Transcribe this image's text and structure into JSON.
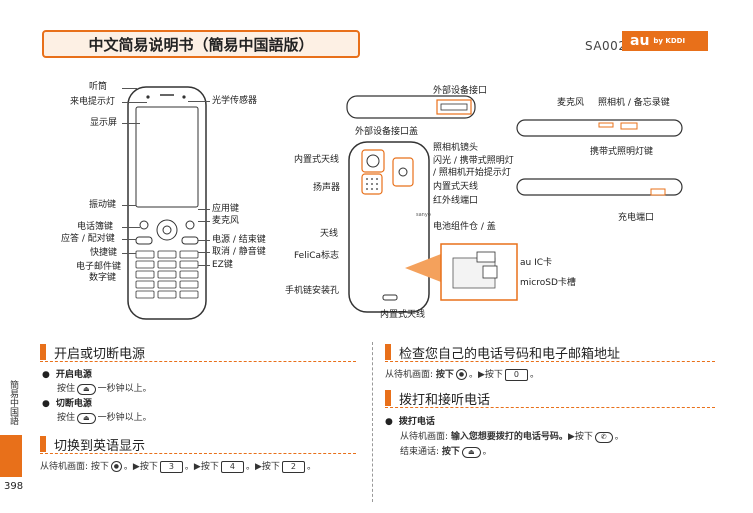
{
  "header": {
    "title": "中文简易说明书（簡易中国語版）",
    "model": "SA002",
    "brand_logo": "au",
    "brand_sub": "by KDDI"
  },
  "front_labels": {
    "earpiece": "听筒",
    "incoming_light": "来电提示灯",
    "display": "显示屏",
    "light_sensor": "光学传感器",
    "vibrate_key": "振动键",
    "phonebook_key": "电话簿键",
    "answer_key": "应答 / 配对键",
    "shortcut_key": "快捷键",
    "email_key": "电子邮件键",
    "number_keys": "数字键",
    "app_key": "应用键",
    "microphone": "麦克风",
    "power_key": "电源 / 结束键",
    "cancel_key": "取消 / 静音键",
    "ez_key": "EZ键"
  },
  "back_labels": {
    "ext_port": "外部设备接口",
    "ext_port_cover": "外部设备接口盖",
    "camera_lens": "照相机镜头",
    "internal_antenna_1": "内置式天线",
    "flash_light": "闪光 / 携带式照明灯",
    "camera_indicator": "/ 照相机开始提示灯",
    "speaker": "扬声器",
    "internal_antenna_2": "内置式天线",
    "infrared_port": "红外线端口",
    "antenna": "天线",
    "battery_cover": "电池组件仓 / 盖",
    "felica": "FeliCa标志",
    "strap_hole": "手机链安装孔",
    "au_ic_card": "au IC卡",
    "microsd_slot": "microSD卡槽",
    "internal_antenna_3": "内置式天线",
    "side_mic": "麦克风",
    "camera_key": "照相机 / 备忘录键",
    "light_key": "携带式照明灯键",
    "charge_port": "充电端口",
    "brand_print": "sanyo"
  },
  "sections": {
    "power": {
      "title": "开启或切断电源",
      "on_title": "开启电源",
      "on_text_a": "按住",
      "on_text_b": "一秒钟以上。",
      "off_title": "切断电源",
      "off_text_a": "按住",
      "off_text_b": "一秒钟以上。"
    },
    "english": {
      "title": "切换到英语显示",
      "text": "从待机画面: 按下",
      "step1": "。▶按下",
      "key1": "3",
      "step2": "。▶按下",
      "key2": "4",
      "step3": "。▶按下",
      "key3": "2",
      "end": "。"
    },
    "check": {
      "title": "检查您自己的电话号码和电子邮箱地址",
      "text": "从待机画面:",
      "bold": "按下",
      "step": "。▶按下",
      "key": "0",
      "end": "。"
    },
    "call": {
      "title": "拨打和接听电话",
      "bullet": "拨打电话",
      "line1_a": "从待机画面:",
      "line1_b": "输入您想要拨打的电话号码。",
      "line1_c": "▶按下",
      "line1_end": "。",
      "line2_a": "结束通话:",
      "line2_b": "按下",
      "line2_end": "。"
    }
  },
  "side_tab": {
    "label": "簡易中国語"
  },
  "page_number": "398",
  "colors": {
    "accent": "#e8701a"
  }
}
